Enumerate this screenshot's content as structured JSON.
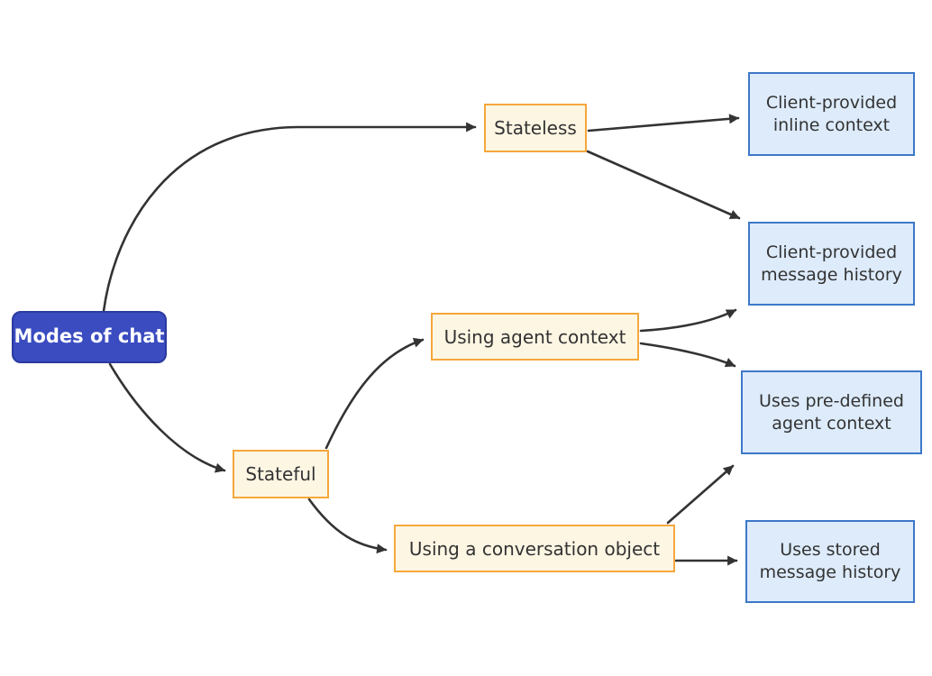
{
  "diagram": {
    "title": "Modes of chat flowchart",
    "nodes": {
      "root": {
        "label": "Modes of chat"
      },
      "stateless": {
        "label": "Stateless"
      },
      "stateful": {
        "label": "Stateful"
      },
      "agent_context": {
        "label": "Using agent context"
      },
      "conversation_object": {
        "label": "Using a conversation object"
      },
      "inline_context": {
        "label": "Client-provided inline context"
      },
      "message_history": {
        "label": "Client-provided message history"
      },
      "predefined_agent_context": {
        "label": "Uses pre-defined agent context"
      },
      "stored_message_history": {
        "label": "Uses stored message history"
      }
    },
    "edges": [
      {
        "from": "root",
        "to": "stateless"
      },
      {
        "from": "root",
        "to": "stateful"
      },
      {
        "from": "stateless",
        "to": "inline_context"
      },
      {
        "from": "stateless",
        "to": "message_history"
      },
      {
        "from": "stateful",
        "to": "agent_context"
      },
      {
        "from": "stateful",
        "to": "conversation_object"
      },
      {
        "from": "agent_context",
        "to": "message_history"
      },
      {
        "from": "agent_context",
        "to": "predefined_agent_context"
      },
      {
        "from": "conversation_object",
        "to": "predefined_agent_context"
      },
      {
        "from": "conversation_object",
        "to": "stored_message_history"
      }
    ]
  },
  "colors": {
    "root_fill": "#3a4cc0",
    "root_border": "#2c3a9e",
    "root_text": "#ffffff",
    "branch_fill": "#fdf6e3",
    "branch_border": "#f5a73b",
    "leaf_fill": "#ddebfb",
    "leaf_border": "#3d78c8",
    "text": "#333333",
    "arrow": "#333333",
    "background": "#ffffff"
  }
}
